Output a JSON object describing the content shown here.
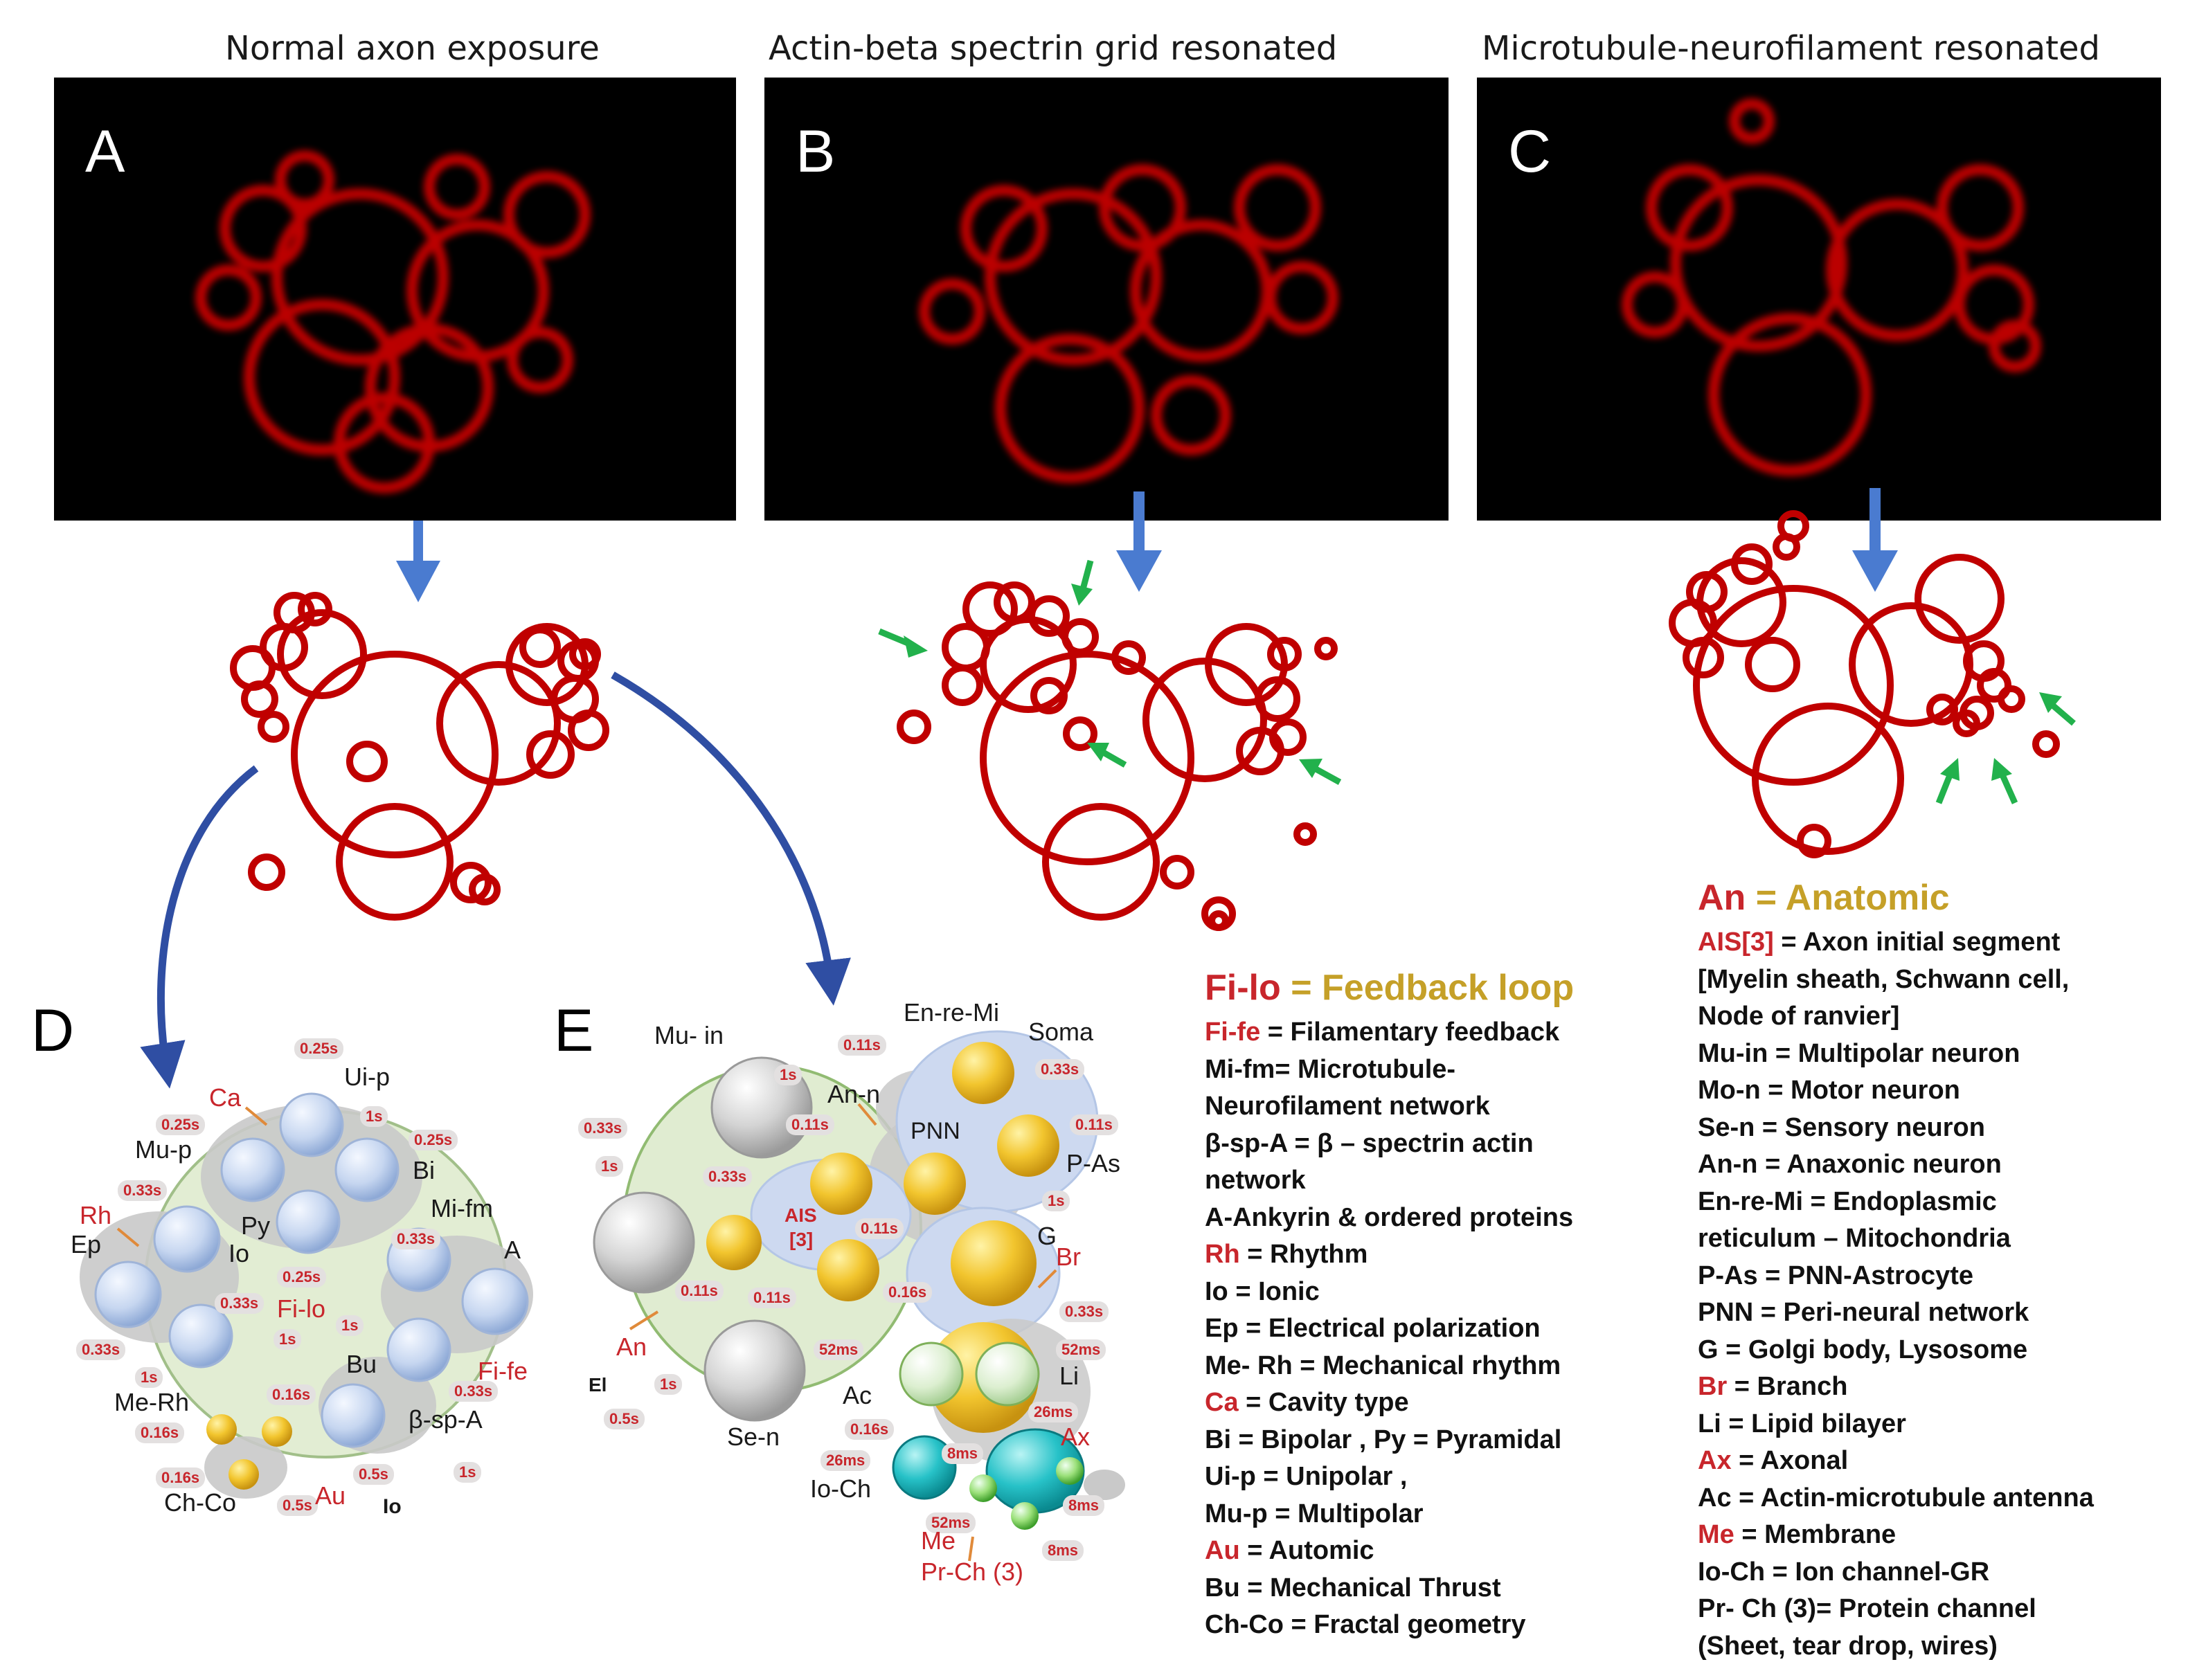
{
  "titles": {
    "a": "Normal axon exposure",
    "b": "Actin-beta spectrin grid resonated",
    "c": "Microtubule-neurofilament  resonated"
  },
  "panel_letters": {
    "a": "A",
    "b": "B",
    "c": "C",
    "d": "D",
    "e": "E"
  },
  "diagram_d": {
    "times": [
      "0.25s",
      "1s",
      "0.25s",
      "0.25s",
      "0.33s",
      "0.33s",
      "0.25s",
      "1s",
      "0.33s",
      "1s",
      "0.33s",
      "1s",
      "0.16s",
      "0.33s",
      "0.16s",
      "0.16s",
      "0.5s",
      "0.5s",
      "1s"
    ],
    "labels": {
      "ui_p": "Ui-p",
      "ca": "Ca",
      "mu_p": "Mu-p",
      "bi": "Bi",
      "rh": "Rh",
      "py": "Py",
      "mi_fm": "Mi-fm",
      "ep": "Ep",
      "io": "Io",
      "a": "A",
      "fi_lo": "Fi-lo",
      "bu": "Bu",
      "fi_fe": "Fi-fe",
      "me_rh": "Me-Rh",
      "b_sp_a": "β-sp-A",
      "ch_co": "Ch-Co",
      "au": "Au",
      "io2": "Io"
    }
  },
  "diagram_e": {
    "times": [
      "0.11s",
      "1s",
      "0.33s",
      "1s",
      "0.11s",
      "0.33s",
      "0.33s",
      "0.11s",
      "0.11s",
      "1s",
      "0.11s",
      "0.11s",
      "0.16s",
      "0.33s",
      "1s",
      "0.5s",
      "52ms",
      "52ms",
      "26ms",
      "0.16s",
      "26ms",
      "8ms",
      "8ms",
      "52ms",
      "8ms"
    ],
    "labels": {
      "en_re_mi": "En-re-Mi",
      "soma": "Soma",
      "mu_in": "Mu- in",
      "an_n": "An-n",
      "pnn": "PNN",
      "p_as": "P-As",
      "ais": "AIS",
      "ais_num": "[3]",
      "g": "G",
      "br": "Br",
      "an": "An",
      "el": "El",
      "li": "Li",
      "ac": "Ac",
      "se_n": "Se-n",
      "ax": "Ax",
      "io_ch": "Io-Ch",
      "me": "Me",
      "pr_ch": "Pr-Ch (3)"
    }
  },
  "legend_middle": {
    "heading_abbr": "Fi-lo",
    "heading_rest": " = Feedback loop",
    "lines": [
      {
        "abbr": "Fi-fe",
        "text": " = Filamentary feedback",
        "red": true
      },
      {
        "abbr": "",
        "text": "Mi-fm= Microtubule-",
        "red": false
      },
      {
        "abbr": "",
        "text": "Neurofilament network",
        "red": false
      },
      {
        "abbr": "",
        "text": "β-sp-A = β – spectrin actin",
        "red": false
      },
      {
        "abbr": "",
        "text": "network",
        "red": false
      },
      {
        "abbr": "",
        "text": "A-Ankyrin & ordered proteins",
        "red": false
      },
      {
        "abbr": "Rh",
        "text": " = Rhythm",
        "red": true
      },
      {
        "abbr": "",
        "text": "Io = Ionic",
        "red": false
      },
      {
        "abbr": "",
        "text": "Ep = Electrical polarization",
        "red": false
      },
      {
        "abbr": "",
        "text": "Me- Rh = Mechanical rhythm",
        "red": false
      },
      {
        "abbr": "Ca",
        "text": " = Cavity type",
        "red": true
      },
      {
        "abbr": "",
        "text": "Bi = Bipolar , Py = Pyramidal",
        "red": false
      },
      {
        "abbr": "",
        "text": "Ui-p = Unipolar ,",
        "red": false
      },
      {
        "abbr": "",
        "text": "Mu-p = Multipolar",
        "red": false
      },
      {
        "abbr": "Au",
        "text": " = Automic",
        "red": true
      },
      {
        "abbr": "",
        "text": "Bu = Mechanical Thrust",
        "red": false
      },
      {
        "abbr": "",
        "text": "Ch-Co = Fractal geometry",
        "red": false
      }
    ]
  },
  "legend_right": {
    "heading_abbr": "An",
    "heading_rest": " = Anatomic",
    "lines": [
      {
        "abbr": "AIS[3]",
        "text": " = Axon initial segment",
        "red": true
      },
      {
        "abbr": "",
        "text": "[Myelin sheath, Schwann cell,",
        "red": false
      },
      {
        "abbr": "",
        "text": "Node of ranvier]",
        "red": false
      },
      {
        "abbr": "",
        "text": "Mu-in = Multipolar neuron",
        "red": false
      },
      {
        "abbr": "",
        "text": "Mo-n = Motor neuron",
        "red": false
      },
      {
        "abbr": "",
        "text": "Se-n = Sensory neuron",
        "red": false
      },
      {
        "abbr": "",
        "text": "An-n = Anaxonic neuron",
        "red": false
      },
      {
        "abbr": "",
        "text": "En-re-Mi = Endoplasmic",
        "red": false
      },
      {
        "abbr": "",
        "text": "reticulum – Mitochondria",
        "red": false
      },
      {
        "abbr": "",
        "text": "P-As = PNN-Astrocyte",
        "red": false
      },
      {
        "abbr": "",
        "text": "PNN = Peri-neural network",
        "red": false
      },
      {
        "abbr": "",
        "text": "G = Golgi body, Lysosome",
        "red": false
      },
      {
        "abbr": "Br",
        "text": " = Branch",
        "red": true
      },
      {
        "abbr": "",
        "text": "Li = Lipid bilayer",
        "red": false
      },
      {
        "abbr": "Ax",
        "text": " = Axonal",
        "red": true
      },
      {
        "abbr": "",
        "text": "Ac = Actin-microtubule antenna",
        "red": false
      },
      {
        "abbr": "Me",
        "text": " = Membrane",
        "red": true
      },
      {
        "abbr": "",
        "text": "Io-Ch = Ion channel-GR",
        "red": false
      },
      {
        "abbr": "",
        "text": "Pr- Ch (3)= Protein channel",
        "red": false
      },
      {
        "abbr": "",
        "text": "(Sheet, tear drop, wires)",
        "red": false
      }
    ]
  },
  "colors": {
    "circle_red": "#c00000",
    "arrow_blue": "#4a7bd0",
    "arrow_green": "#22b14c",
    "label_red": "#c8262c",
    "gold": "#c5a028"
  }
}
